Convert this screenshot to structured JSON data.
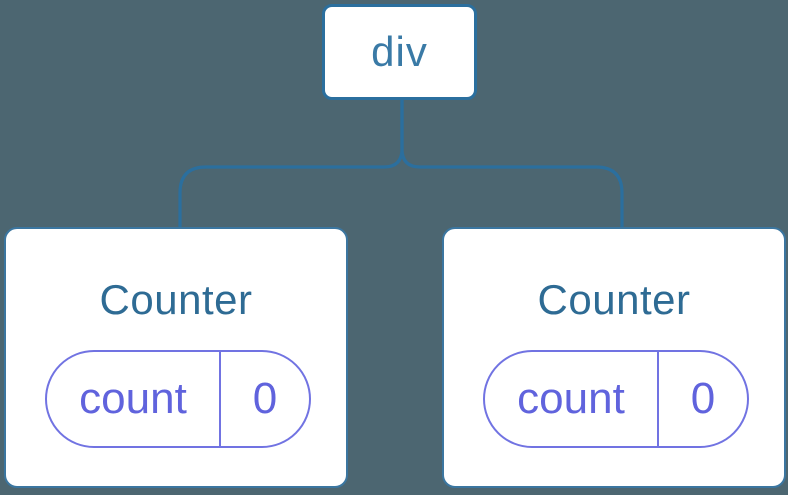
{
  "palette": {
    "background": "#4c6671",
    "line_blue": "#2b6f9e",
    "div_text": "#3a7aa6",
    "title_text": "#2e6b94",
    "card_border": "#3b76a0",
    "card_bg": "#ffffff",
    "pill_border": "#7173e2",
    "pill_text": "#6063dd"
  },
  "tree": {
    "root": {
      "label": "div"
    },
    "children": [
      {
        "label": "Counter",
        "state": {
          "key": "count",
          "value": "0"
        }
      },
      {
        "label": "Counter",
        "state": {
          "key": "count",
          "value": "0"
        }
      }
    ]
  }
}
